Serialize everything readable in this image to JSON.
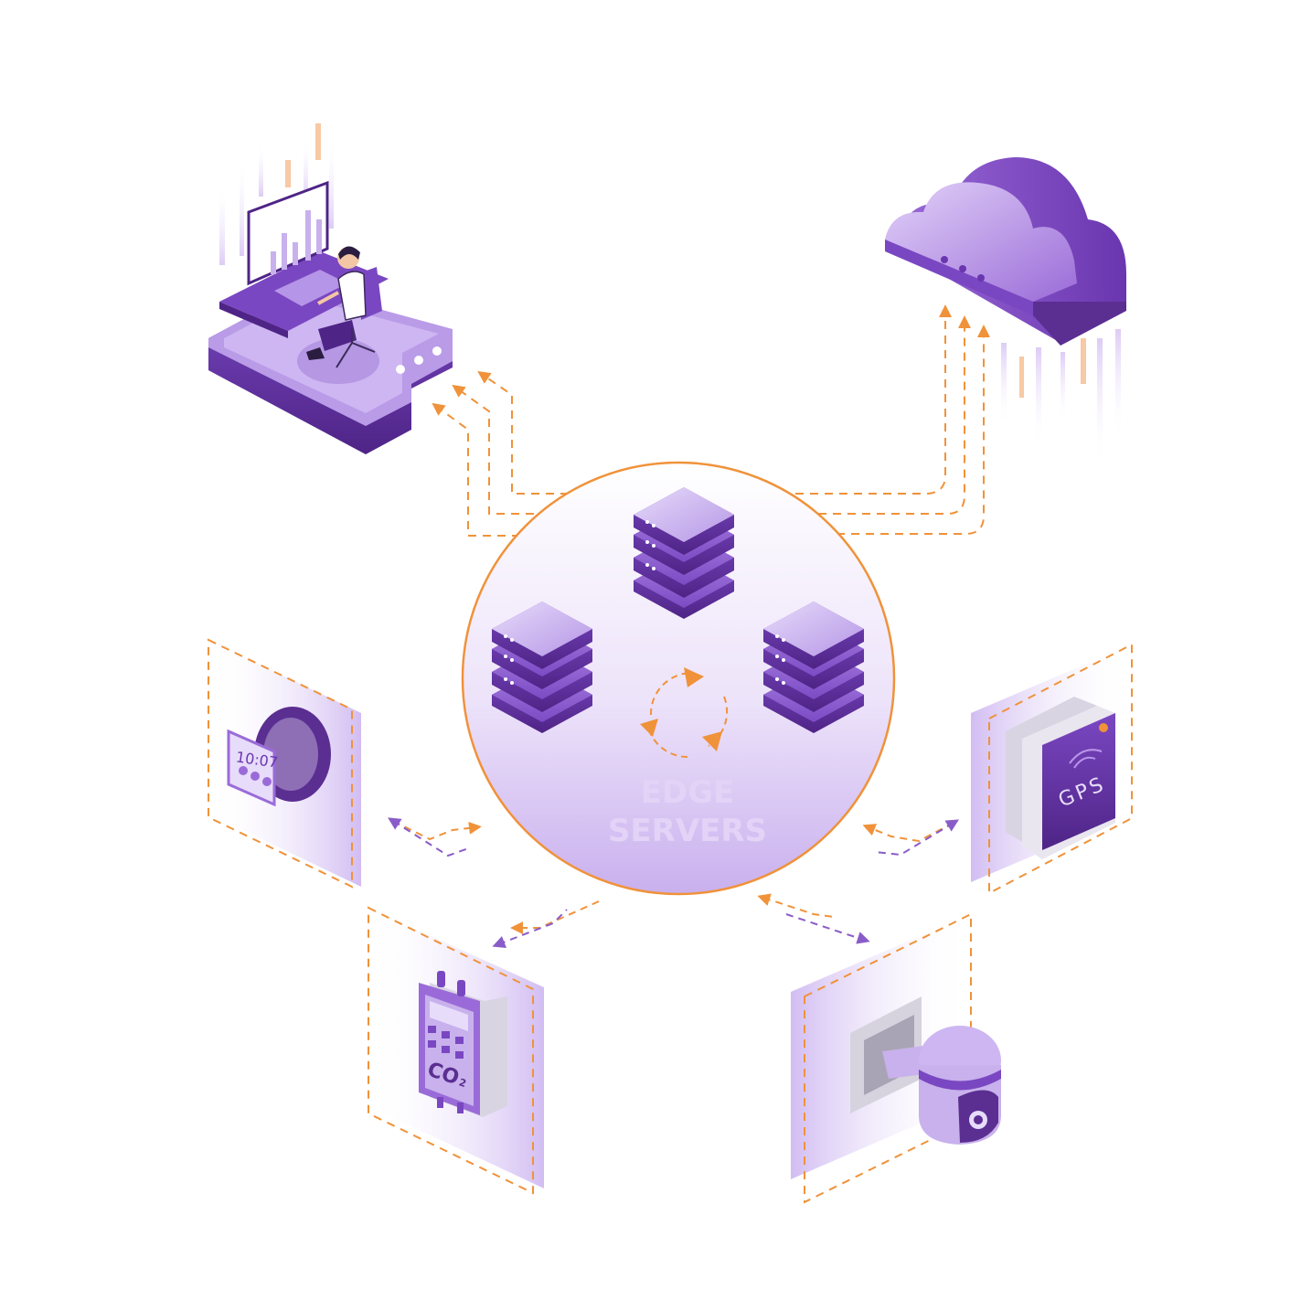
{
  "hub": {
    "label_line1": "EDGE",
    "label_line2": "SERVERS"
  },
  "nodes": {
    "workstation": {
      "icon": "workstation-icon"
    },
    "cloud": {
      "icon": "cloud-icon"
    },
    "smartwatch": {
      "icon": "smartwatch-icon",
      "time": "10:07"
    },
    "gps": {
      "icon": "gps-device-icon",
      "label": "GPS"
    },
    "co2_sensor": {
      "icon": "co2-sensor-icon",
      "label": "CO",
      "subscript": "2"
    },
    "camera": {
      "icon": "security-camera-icon"
    }
  },
  "colors": {
    "accent_orange": "#F0923A",
    "purple_dark": "#5B2E91",
    "purple_mid": "#8A5CC9",
    "purple_light": "#C8B1EC",
    "purple_pale": "#EFE7FB"
  }
}
